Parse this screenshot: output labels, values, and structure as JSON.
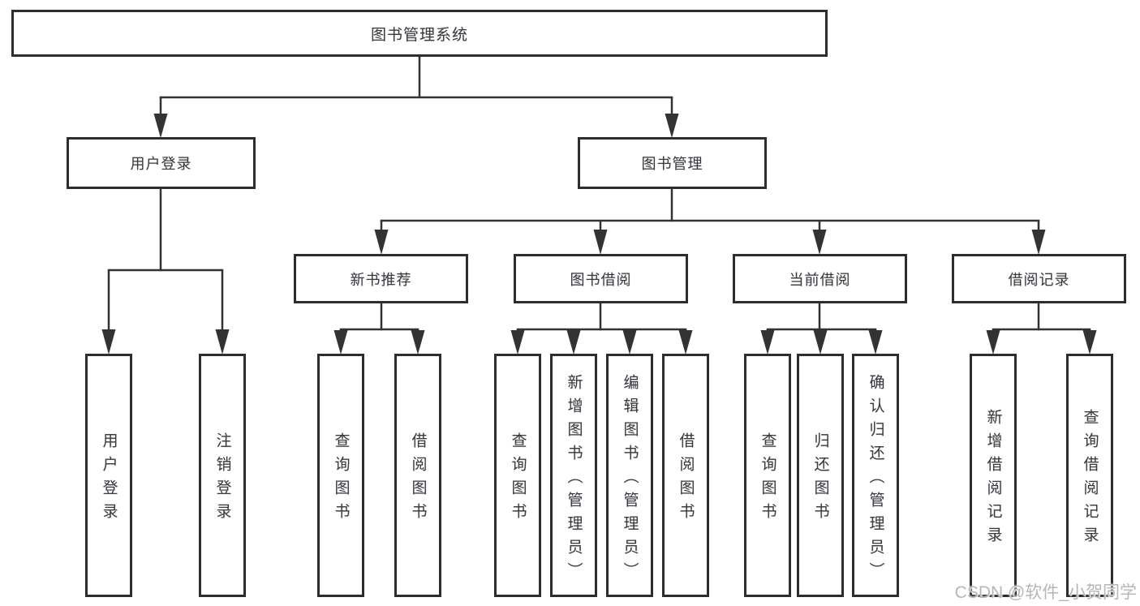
{
  "colors": {
    "line": "#333333",
    "box_border": "#2d2d2d",
    "text": "#3a3a3a",
    "background": "#ffffff",
    "watermark_text": "#b2b2b2"
  },
  "tree": {
    "label": "图书管理系统",
    "children": [
      {
        "label": "用户登录",
        "children": [
          {
            "label": "用户登录"
          },
          {
            "label": "注销登录"
          }
        ]
      },
      {
        "label": "图书管理",
        "children": [
          {
            "label": "新书推荐",
            "children": [
              {
                "label": "查询图书"
              },
              {
                "label": "借阅图书"
              }
            ]
          },
          {
            "label": "图书借阅",
            "children": [
              {
                "label": "查询图书"
              },
              {
                "label": "新增图书（管理员）"
              },
              {
                "label": "编辑图书（管理员）"
              },
              {
                "label": "借阅图书"
              }
            ]
          },
          {
            "label": "当前借阅",
            "children": [
              {
                "label": "查询图书"
              },
              {
                "label": "归还图书"
              },
              {
                "label": "确认归还（管理员）"
              }
            ]
          },
          {
            "label": "借阅记录",
            "children": [
              {
                "label": "新增借阅记录"
              },
              {
                "label": "查询借阅记录"
              }
            ]
          }
        ]
      }
    ]
  },
  "watermark": {
    "text": "CSDN @软件_小贺同学"
  }
}
